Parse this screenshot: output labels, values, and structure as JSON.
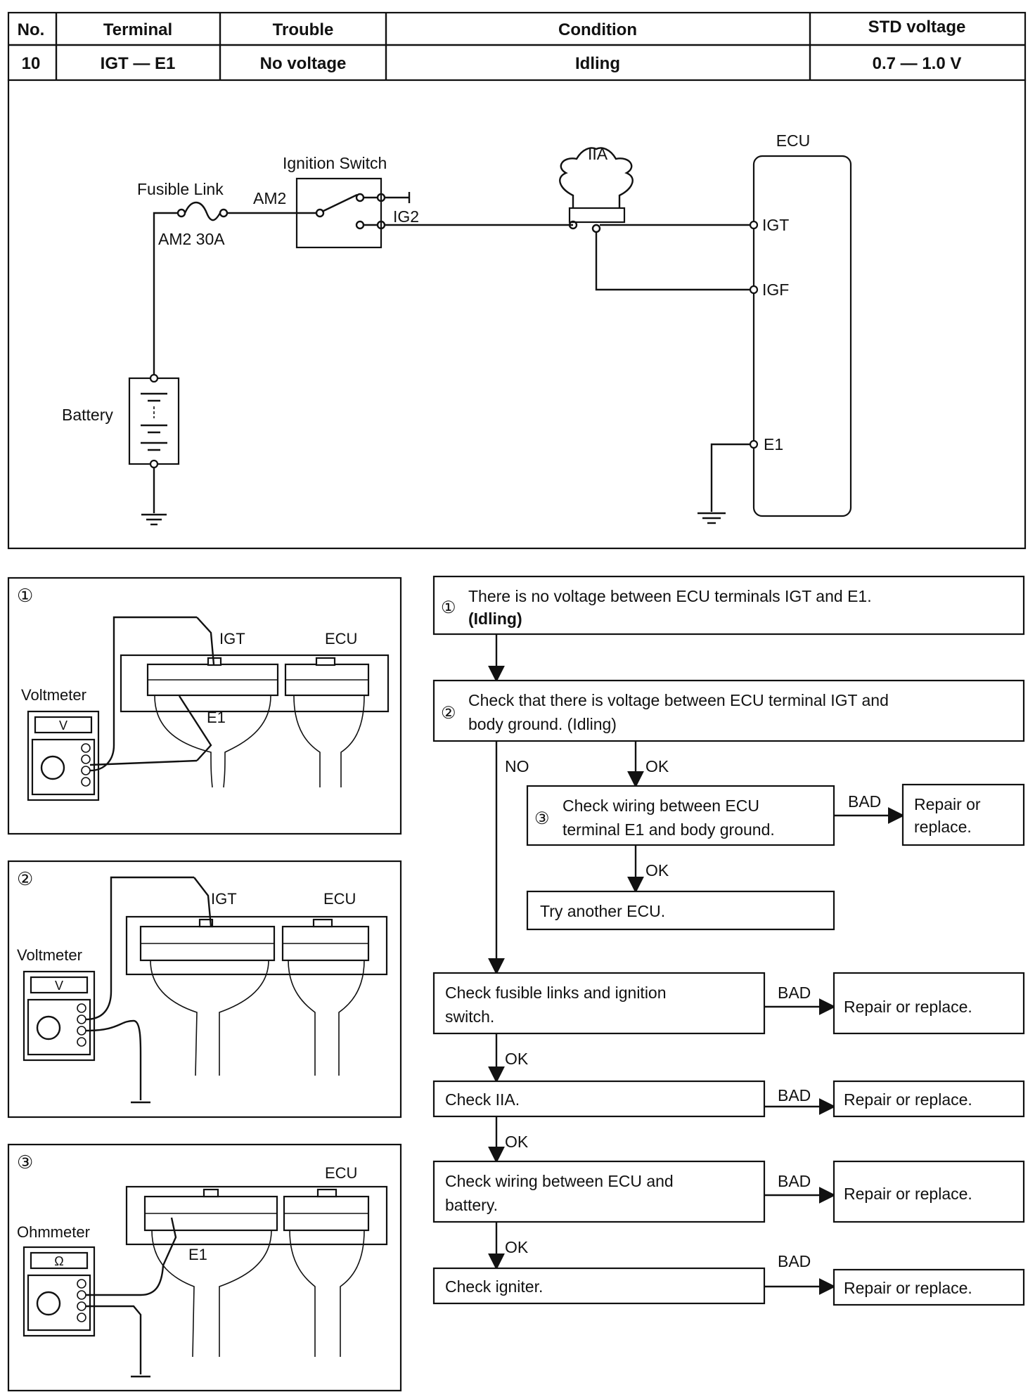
{
  "table": {
    "headers": {
      "no": "No.",
      "terminal": "Terminal",
      "trouble": "Trouble",
      "condition": "Condition",
      "std": "STD voltage"
    },
    "row": {
      "no": "10",
      "terminal": "IGT — E1",
      "trouble": "No voltage",
      "condition": "Idling",
      "std": "0.7 — 1.0 V"
    }
  },
  "circuit": {
    "fusible_link": "Fusible Link",
    "fusible_rating": "AM2 30A",
    "ignition_switch": "Ignition Switch",
    "am2": "AM2",
    "ig2": "IG2",
    "iia": "IIA",
    "ecu": "ECU",
    "igt": "IGT",
    "igf": "IGF",
    "e1": "E1",
    "battery": "Battery"
  },
  "panels": [
    {
      "num": "①",
      "meter": "Voltmeter",
      "meter_symbol": "V",
      "probe1": "IGT",
      "probe2": "E1",
      "ecu": "ECU"
    },
    {
      "num": "②",
      "meter": "Voltmeter",
      "meter_symbol": "V",
      "probe1": "IGT",
      "ecu": "ECU"
    },
    {
      "num": "③",
      "meter": "Ohmmeter",
      "meter_symbol": "Ω",
      "probe2": "E1",
      "ecu": "ECU"
    }
  ],
  "flow": {
    "step1_num": "①",
    "step1_line1": "There is no voltage between ECU terminals IGT and E1.",
    "step1_line2": "(Idling)",
    "step2_num": "②",
    "step2_line1": "Check that there is voltage between ECU terminal IGT and",
    "step2_line2": "body ground. (Idling)",
    "no": "NO",
    "ok": "OK",
    "bad": "BAD",
    "step3_num": "③",
    "step3_line1": "Check wiring between ECU",
    "step3_line2": "terminal E1 and body ground.",
    "repair_line1": "Repair or",
    "repair_line2": "replace.",
    "try_ecu": "Try another ECU.",
    "fusible_line1": "Check fusible links and ignition",
    "fusible_line2": "switch.",
    "repair_full": "Repair or replace.",
    "check_iia": "Check IIA.",
    "wiring_line1": "Check wiring between ECU and",
    "wiring_line2": "battery.",
    "check_igniter": "Check igniter."
  }
}
